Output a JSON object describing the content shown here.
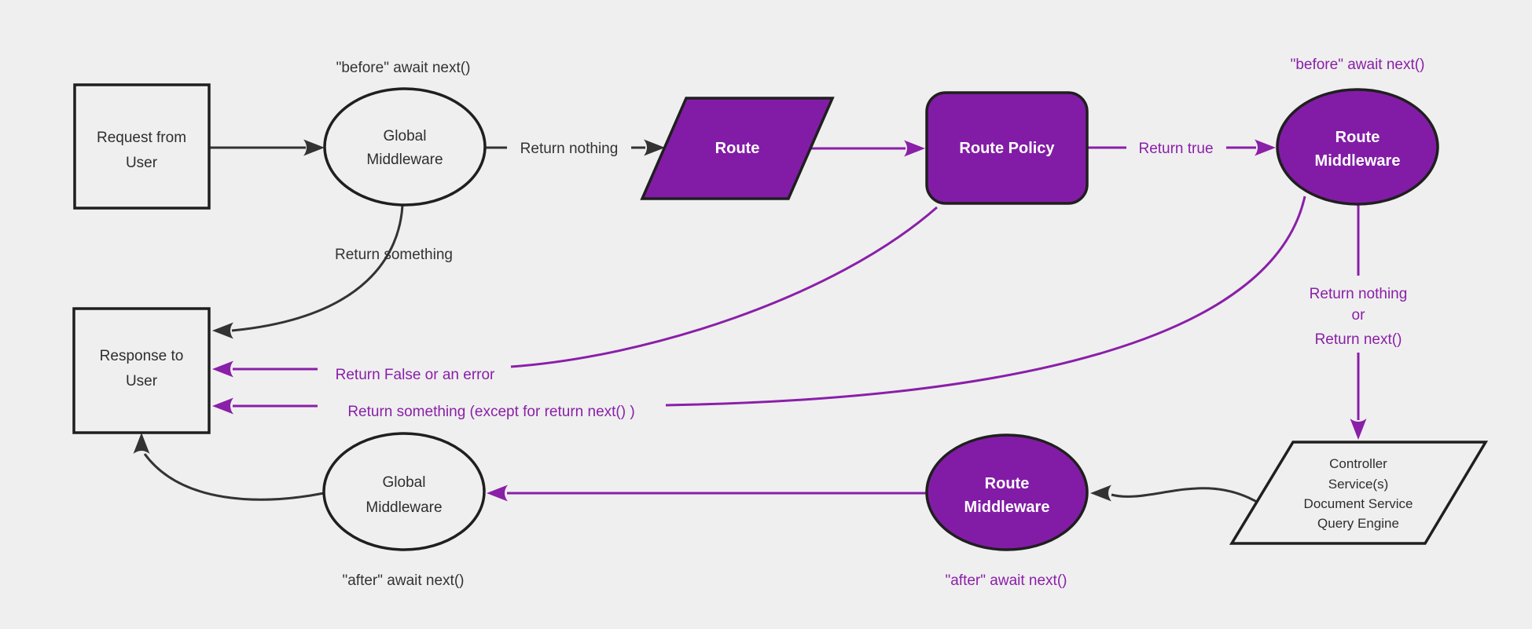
{
  "diagram_title": "middleware-request-response-flow",
  "colors": {
    "background": "#efefef",
    "node_purple_fill": "#821ca6",
    "purple_line": "#8a1fa8",
    "shape_stroke": "#1f1f1f",
    "black_line": "#333333",
    "node_text_light": "#ffffff",
    "node_text_dark": "#2e2e2e"
  },
  "nodes": {
    "request": {
      "lines": [
        "Request from",
        "User"
      ]
    },
    "global_mw_top": {
      "lines": [
        "Global",
        "Middleware"
      ]
    },
    "route": {
      "label": "Route"
    },
    "route_policy": {
      "label": "Route Policy"
    },
    "route_mw_top": {
      "lines": [
        "Route",
        "Middleware"
      ]
    },
    "services": {
      "lines": [
        "Controller",
        "Service(s)",
        "Document Service",
        "Query Engine"
      ]
    },
    "route_mw_bottom": {
      "lines": [
        "Route",
        "Middleware"
      ]
    },
    "global_mw_bottom": {
      "lines": [
        "Global",
        "Middleware"
      ]
    },
    "response": {
      "lines": [
        "Response to",
        "User"
      ]
    }
  },
  "edge_labels": {
    "before_await_global": "\"before\" await next()",
    "return_nothing": "Return nothing",
    "return_true": "Return true",
    "before_await_route": "\"before\" await next()",
    "return_nothing_or": [
      "Return nothing",
      "or",
      "Return next()"
    ],
    "return_something": "Return something",
    "return_false_or_error": "Return False or an error",
    "return_something_except": "Return something (except for return next() )",
    "after_await_global": "\"after\" await next()",
    "after_await_route": "\"after\" await next()"
  }
}
